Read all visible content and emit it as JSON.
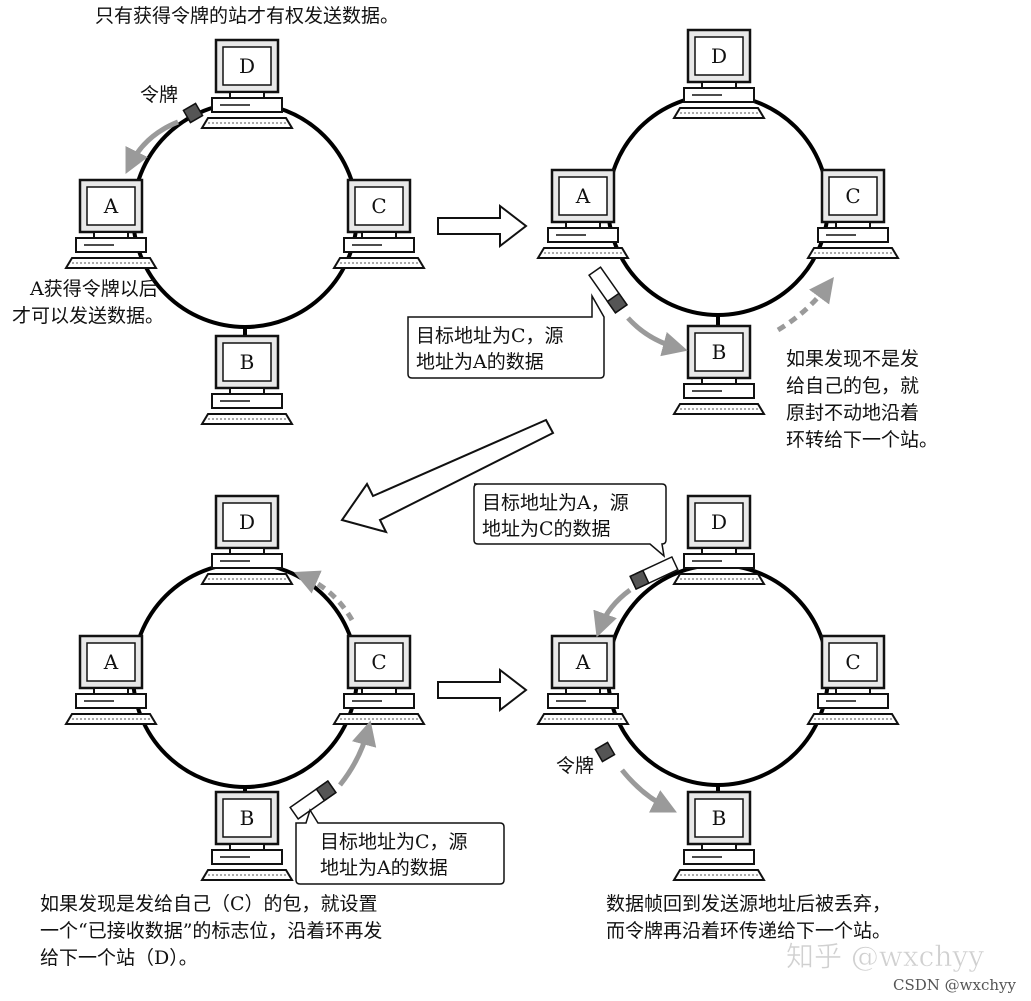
{
  "stations": [
    "A",
    "B",
    "C",
    "D"
  ],
  "panel1": {
    "top_caption": "只有获得令牌的站才有权发送数据。",
    "token_label": "令牌",
    "note_lines": [
      "A获得令牌以后",
      "才可以发送数据。"
    ]
  },
  "panel2": {
    "frame_callout": [
      "目标地址为C，源",
      "地址为A的数据"
    ],
    "note_lines": [
      "如果发现不是发",
      "给自己的包，就",
      "原封不动地沿着",
      "环转给下一个站。"
    ]
  },
  "panel3": {
    "frame_callout": [
      "目标地址为C，源",
      "地址为A的数据"
    ],
    "note_lines": [
      "如果发现是发给自己（C）的包，就设置",
      "一个“已接收数据”的标志位，沿着环再发",
      "给下一个站（D）。"
    ]
  },
  "panel4": {
    "frame_callout": [
      "目标地址为A，源",
      "地址为C的数据"
    ],
    "token_label": "令牌",
    "note_lines": [
      "数据帧回到发送源地址后被丢弃，",
      "而令牌再沿着环传递给下一个站。"
    ]
  },
  "watermark": {
    "main": "知乎 @wxchyy",
    "sub": "CSDN @wxchyy"
  },
  "colors": {
    "ring": "#000000",
    "token": "#555555",
    "motion_arrow": "#9a9a9a",
    "monitor_screen": "#ffffff",
    "monitor_bezel": "#e8e8e8"
  }
}
